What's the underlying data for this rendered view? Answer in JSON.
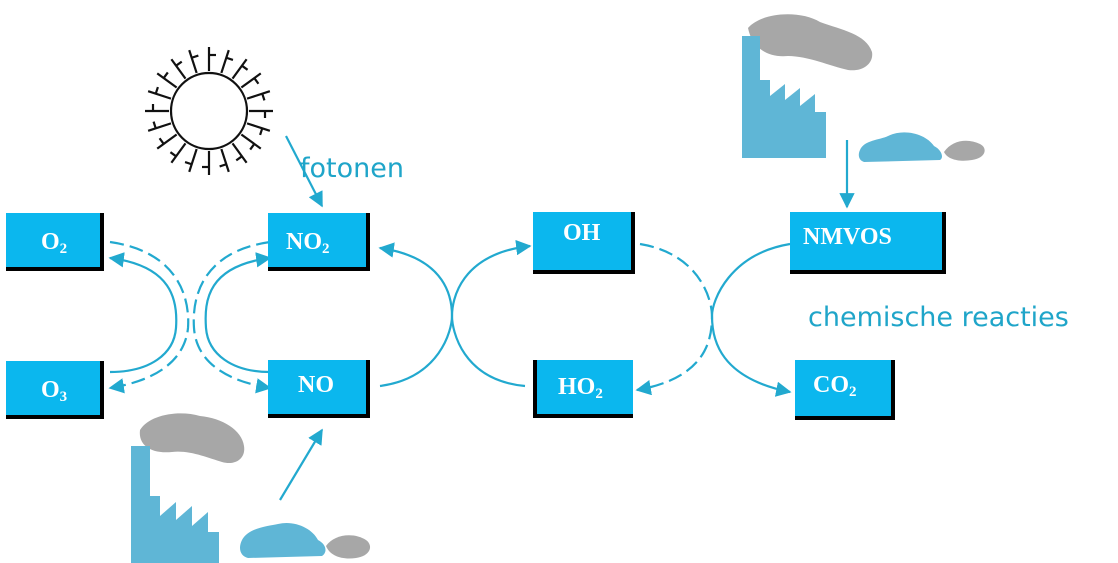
{
  "colors": {
    "box_fill": "#0bb7ee",
    "box_border": "#000000",
    "box_text": "#ffffff",
    "arrow": "#22a9cf",
    "label": "#1fa5c9",
    "factory": "#5fb6d6",
    "smoke": "#a7a7a7",
    "sun": "#111111"
  },
  "nodes": {
    "o2": {
      "main": "O",
      "sub": "2"
    },
    "o3": {
      "main": "O",
      "sub": "3"
    },
    "no2": {
      "main": "NO",
      "sub": "2"
    },
    "no": {
      "main": "NO",
      "sub": ""
    },
    "oh": {
      "main": "OH",
      "sub": ""
    },
    "ho2": {
      "main": "HO",
      "sub": "2"
    },
    "nmvos": {
      "main": "NMVOS",
      "sub": ""
    },
    "co2": {
      "main": "CO",
      "sub": "2"
    }
  },
  "labels": {
    "fotonen": "fotonen",
    "chemische_reacties": "chemische reacties"
  },
  "icons": [
    "sun-icon",
    "factory-icon",
    "car-icon",
    "smoke-icon"
  ]
}
